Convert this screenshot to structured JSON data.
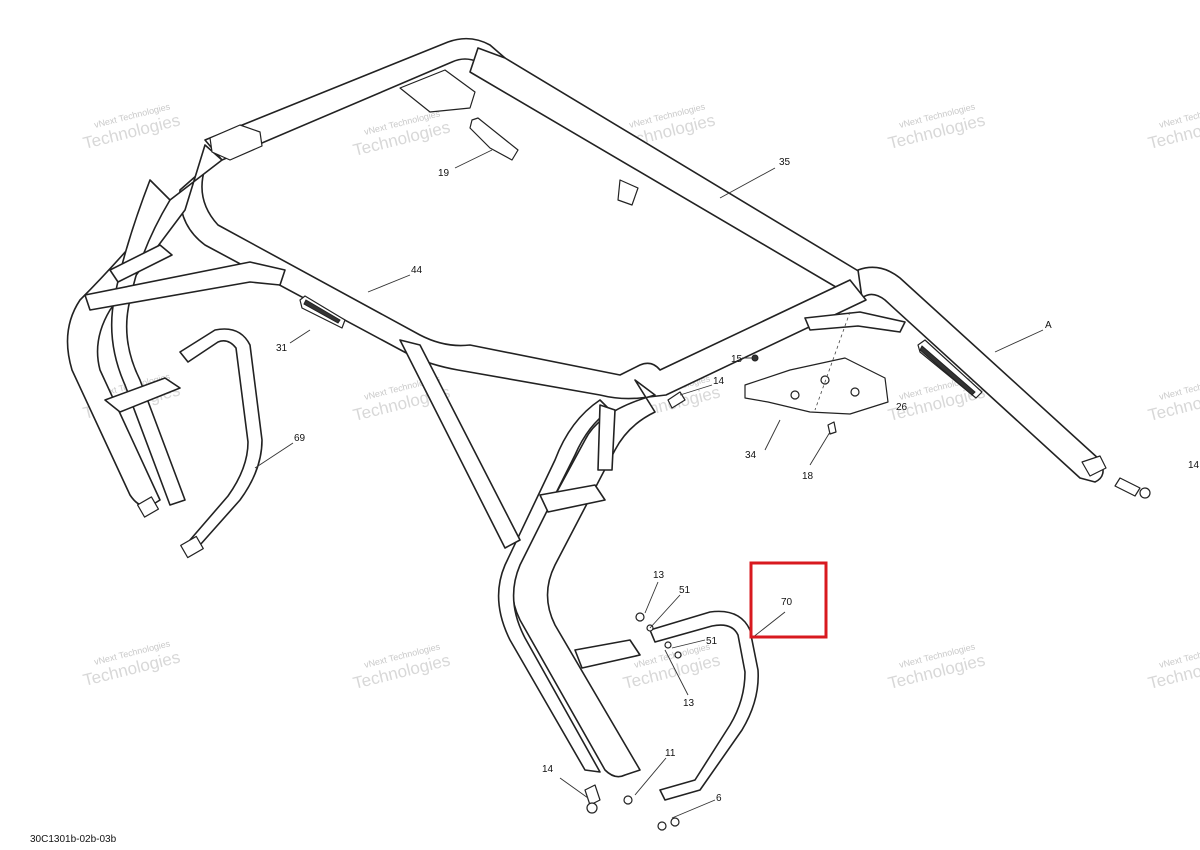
{
  "watermark": {
    "line1": "vNext Technologies",
    "line2": "Technologies"
  },
  "drawing_code": "30C1301b-02b-03b",
  "callouts": {
    "c19": "19",
    "c35": "35",
    "c44": "44",
    "c31": "31",
    "c69": "69",
    "cA": "A",
    "c15": "15",
    "c14a": "14",
    "c26": "26",
    "c34": "34",
    "c18": "18",
    "c14b": "14",
    "c13a": "13",
    "c51a": "51",
    "c70": "70",
    "c51b": "51",
    "c13b": "13",
    "c11": "11",
    "c14c": "14",
    "c6": "6"
  },
  "highlight_label": "70",
  "colors": {
    "highlight": "#d8191f",
    "line": "#222222",
    "watermark": "#c9c9c9"
  }
}
